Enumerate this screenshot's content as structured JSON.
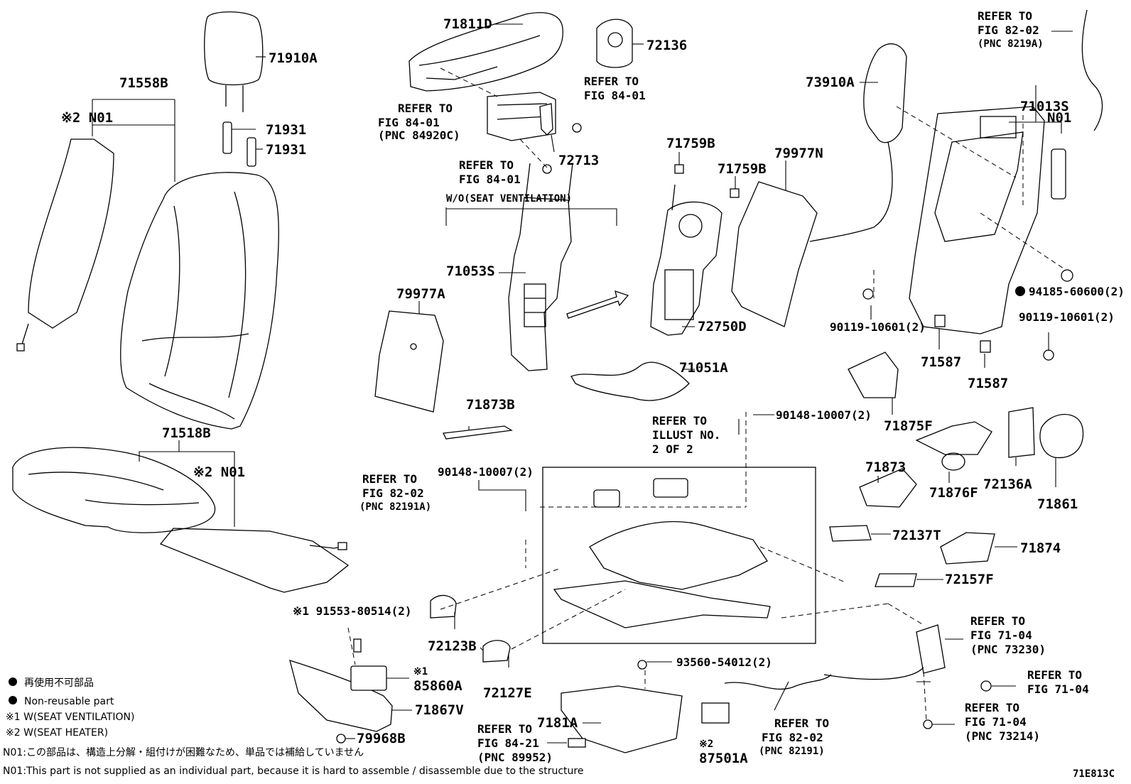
{
  "diagram": {
    "figure_code": "71E813C",
    "labels": {
      "p71558B": "71558B",
      "p71910A": "71910A",
      "p71931a": "71931",
      "p71931b": "71931",
      "n01_a": "※2 N01",
      "p71518B": "71518B",
      "n01_b": "※2 N01",
      "p71811D": "71811D",
      "p72136": "72136",
      "p72713": "72713",
      "p71053S": "71053S",
      "p79977A": "79977A",
      "p71873B": "71873B",
      "p71759B_a": "71759B",
      "p71759B_b": "71759B",
      "p79977N": "79977N",
      "p72750D": "72750D",
      "p71051A": "71051A",
      "p73910A": "73910A",
      "p71013S": "71013S",
      "n01_c": "N01",
      "p94185": "94185-60600(2)",
      "p90119_a": "90119-10601(2)",
      "p90119_b": "90119-10601(2)",
      "p71587_a": "71587",
      "p71587_b": "71587",
      "p90148_a": "90148-10007(2)",
      "p90148_b": "90148-10007(2)",
      "p71875F": "71875F",
      "p71873": "71873",
      "p71876F": "71876F",
      "p72136A": "72136A",
      "p71861": "71861",
      "p72137T": "72137T",
      "p71874": "71874",
      "p72157F": "72157F",
      "p91553": "※1 91553-80514(2)",
      "p72123B": "72123B",
      "p72127E": "72127E",
      "p85860A_mark": "※1",
      "p85860A": "85860A",
      "p71867V": "71867V",
      "p79968B": "79968B",
      "p93560": "93560-54012(2)",
      "p7181A": "7181A",
      "p87501A_mark": "※2",
      "p87501A": "87501A"
    },
    "refs": {
      "r8202_top": [
        "REFER TO",
        "FIG 82-02",
        "(PNC 8219A)"
      ],
      "r8401_a": [
        "REFER TO",
        "FIG 84-01",
        "(PNC 84920C)"
      ],
      "r8401_b": [
        "REFER TO",
        "FIG 84-01"
      ],
      "r8401_c": [
        "REFER TO",
        "FIG 84-01"
      ],
      "wo_vent": [
        "W/O(SEAT VENTILATION)"
      ],
      "illust": [
        "REFER TO",
        "ILLUST NO.",
        "2 OF 2"
      ],
      "r8202_mid": [
        "REFER TO",
        "FIG 82-02",
        "(PNC 82191A)"
      ],
      "r7104_a": [
        "REFER TO",
        "FIG 71-04",
        "(PNC 73230)"
      ],
      "r7104_b": [
        "REFER TO",
        "FIG 71-04"
      ],
      "r7104_c": [
        "REFER TO",
        "FIG 71-04",
        "(PNC 73214)"
      ],
      "r8421": [
        "REFER TO",
        "FIG 84-21",
        "(PNC 89952)"
      ],
      "r8202_bot": [
        "REFER TO",
        "FIG 82-02",
        "(PNC 82191)"
      ]
    },
    "legend": {
      "jp_nonreusable": "再使用不可部品",
      "en_nonreusable": "Non-reusable part",
      "note1": "※1 W(SEAT VENTILATION)",
      "note2": "※2 W(SEAT HEATER)",
      "n01_jp": "N01:この部品は、構造上分解・組付けが困難なため、単品では補給していません",
      "n01_en": "N01:This part is not supplied as an individual part, because it is hard to assemble / disassemble due to the structure"
    }
  }
}
